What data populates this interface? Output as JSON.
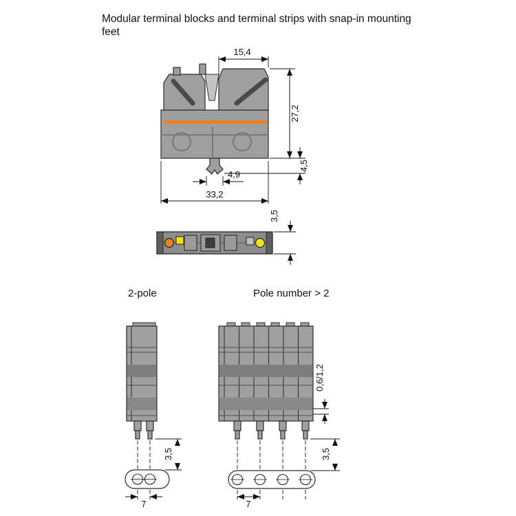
{
  "title": {
    "line1": "Modular terminal blocks and terminal strips with snap-in mounting",
    "line2": "feet"
  },
  "labels": {
    "two_pole": "2-pole",
    "multi_pole": "Pole number > 2"
  },
  "dims": {
    "top_width": "15,4",
    "height": "27,2",
    "foot_width": "4,9",
    "total_width": "33,2",
    "foot_depth": "4,5",
    "strip_thickness": "3,5",
    "pin_2pole": "3,5",
    "pin_multi": "3,5",
    "wall": "0,6/1,2",
    "pitch_left": "7",
    "pitch_right": "7"
  },
  "colors": {
    "orange": "#e8821e",
    "yellow": "#f2e50a",
    "body_gray": "#9f9f9f",
    "line": "#111111"
  }
}
